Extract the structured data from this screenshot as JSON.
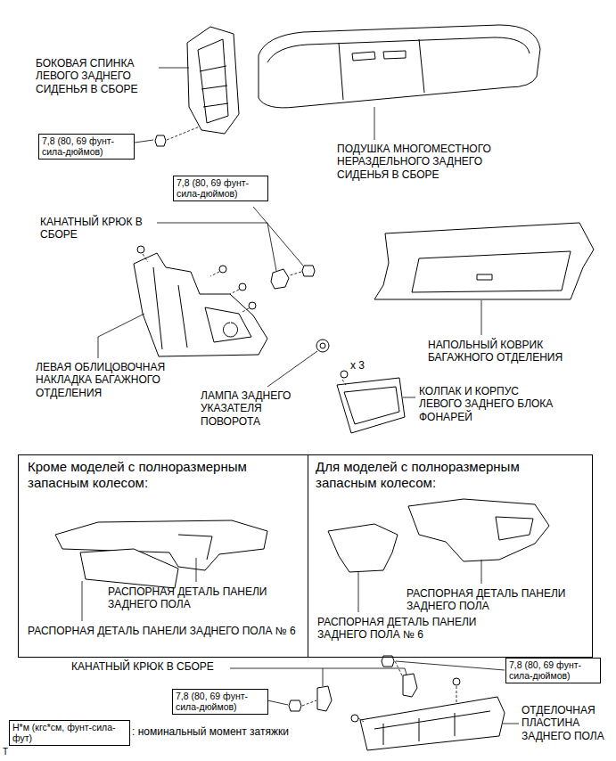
{
  "diagram": {
    "nodes": [
      {
        "text": [
          "7,8 (80, 69 фунт-сила-дюймов)"
        ]
      },
      {
        "text": [
          "7,8 (80, 69 фунт-сила-дюймов)"
        ]
      },
      {
        "text": [
          "Кроме моделей с полноразмерным запасным колесом:",
          "РАСПОРНАЯ ДЕТАЛЬ ПАНЕЛИ ЗАДНЕГО ПОЛА",
          "РАСПОРНАЯ ДЕТАЛЬ ПАНЕЛИ ЗАДНЕГО ПОЛА № 6"
        ]
      },
      {
        "text": [
          "Для моделей с полноразмерным запасным колесом:",
          "РАСПОРНАЯ ДЕТАЛЬ ПАНЕЛИ ЗАДНЕГО ПОЛА",
          "РАСПОРНАЯ ДЕТАЛЬ ПАНЕЛИ ЗАДНЕГО ПОЛА № 6"
        ]
      },
      {
        "text": [
          "7,8 (80, 69 фунт-сила-дюймов)"
        ]
      },
      {
        "text": [
          "7,8 (80, 69 фунт-сила-дюймов)"
        ]
      },
      {
        "text": [
          "Н*м (кгс*см, фунт-сила-фут)"
        ]
      }
    ],
    "labels": [
      "БОКОВАЯ СПИНКА ЛЕВОГО ЗАДНЕГО СИДЕНЬЯ В СБОРЕ",
      "ПОДУШКА МНОГОМЕСТНОГО НЕРАЗДЕЛЬНОГО ЗАДНЕГО СИДЕНЬЯ В СБОРЕ",
      "КАНАТНЫЙ КРЮК В СБОРЕ",
      "ЛЕВАЯ ОБЛИЦОВОЧНАЯ НАКЛАДКА БАГАЖНОГО ОТДЕЛЕНИЯ",
      "НАПОЛЬНЫЙ КОВРИК БАГАЖНОГО ОТДЕЛЕНИЯ",
      "ЛАМПА ЗАДНЕГО УКАЗАТЕЛЯ ПОВОРОТА",
      "x 3",
      "КОЛПАК И КОРПУС ЛЕВОГО ЗАДНЕГО БЛОКА ФОНАРЕЙ",
      "КАНАТНЫЙ КРЮК В СБОРЕ",
      "ОТДЕЛОЧНАЯ ПЛАСТИНА ЗАДНЕГО ПОЛА",
      ": номинальный момент затяжки",
      "T"
    ]
  }
}
